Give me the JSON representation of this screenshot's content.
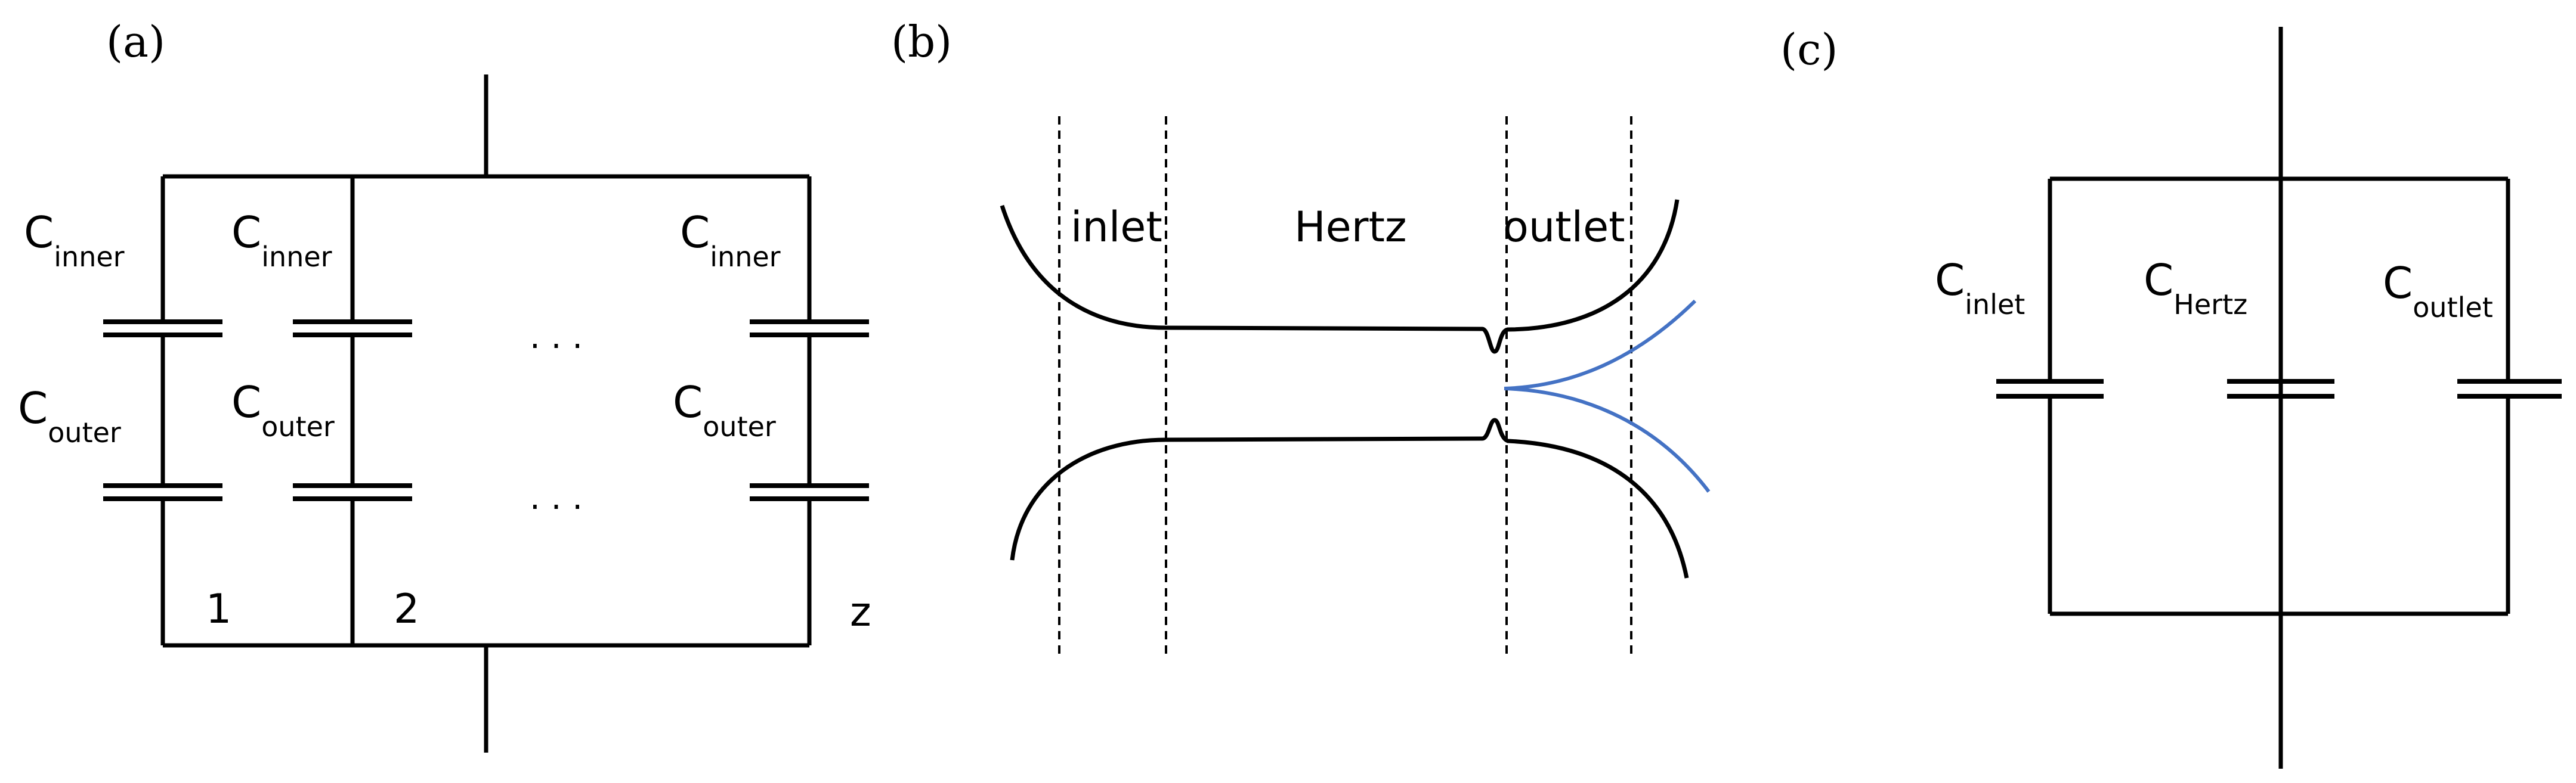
{
  "panel_a": {
    "label": "(a)",
    "c_letter": "C",
    "inner_sub": "inner",
    "outer_sub": "outer",
    "ellipsis": "· · ·",
    "branch_1": "1",
    "branch_2": "2",
    "branch_z": "z"
  },
  "panel_b": {
    "label": "(b)",
    "region_inlet": "inlet",
    "region_hertz": "Hertz",
    "region_outlet": "outlet"
  },
  "panel_c": {
    "label": "(c)",
    "c_letter": "C",
    "inlet_sub": "inlet",
    "hertz_sub": "Hertz",
    "outlet_sub": "outlet"
  },
  "colors": {
    "line": "#000000",
    "flow": "#4472c4"
  }
}
